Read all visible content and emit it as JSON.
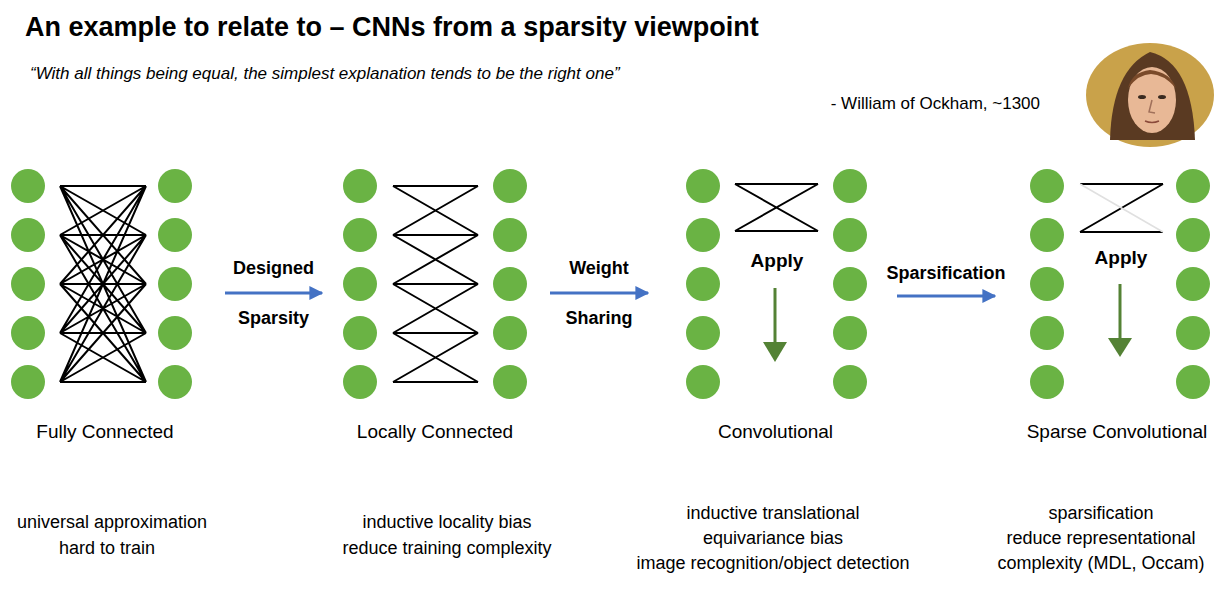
{
  "diagram": {
    "title": "An example to relate to – CNNs from a sparsity viewpoint",
    "nodes": [
      {
        "text": [
          "Fully Connected"
        ]
      },
      {
        "text": [
          "Locally Connected"
        ]
      },
      {
        "text": [
          "Convolutional"
        ]
      },
      {
        "text": [
          "Sparse Convolutional"
        ]
      }
    ],
    "edges": [
      {
        "from": 0,
        "to": 1,
        "arrow": "to",
        "label": "Designed Sparsity"
      },
      {
        "from": 1,
        "to": 2,
        "arrow": "to",
        "label": "Weight Sharing"
      },
      {
        "from": 2,
        "to": 3,
        "arrow": "to",
        "label": "Sparsification"
      }
    ],
    "labels": [
      "“With all things being equal, the simplest explanation tends to be the right one”",
      "- William of Ockham, ~1300",
      "Apply",
      "Apply",
      "universal approximation",
      "hard to train",
      "inductive locality bias",
      "reduce training complexity",
      "inductive translational equivariance bias",
      "image recognition/object detection",
      "sparsification",
      "reduce representational complexity (MDL, Occam)"
    ]
  }
}
